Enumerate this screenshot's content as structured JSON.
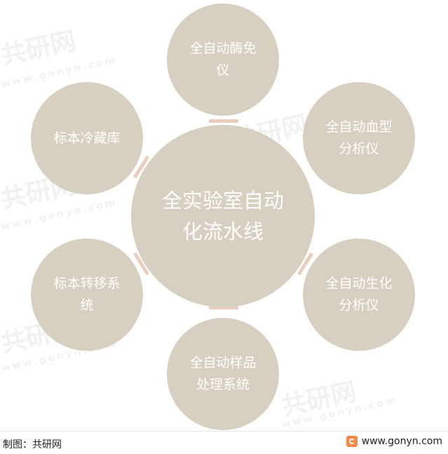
{
  "center": {
    "lines": [
      "全实验室自动",
      "化流水线"
    ]
  },
  "nodes": {
    "top": {
      "lines": [
        "全自动酶免",
        "仪"
      ]
    },
    "top_right": {
      "lines": [
        "全自动血型",
        "分析仪"
      ]
    },
    "bottom_right": {
      "lines": [
        "全自动生化",
        "分析仪"
      ]
    },
    "bottom": {
      "lines": [
        "全自动样品",
        "处理系统"
      ]
    },
    "bottom_left": {
      "lines": [
        "标本转移系",
        "统"
      ]
    },
    "top_left": {
      "lines": [
        "标本冷藏库"
      ]
    }
  },
  "footer": {
    "source": "制图：共研网",
    "website": "www.gonyn.com"
  },
  "watermark": {
    "cn": "共研网",
    "en": "www.gonyn.com"
  },
  "colors": {
    "node_fill": "#d7cfc0",
    "connector": "#e8c4b2",
    "text": "#ffffff",
    "logo": "#f08a4b"
  }
}
